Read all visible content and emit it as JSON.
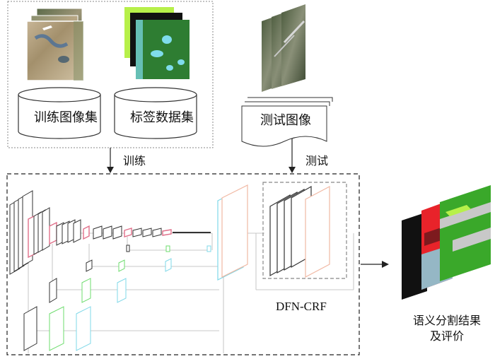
{
  "diagram": {
    "labels": {
      "training_image_set": "训练图像集",
      "label_dataset": "标签数据集",
      "test_image": "测试图像",
      "train_arrow": "训练",
      "test_arrow": "测试",
      "model_name": "DFN-CRF",
      "result_line1": "语义分割结果",
      "result_line2": "及评价"
    },
    "colors": {
      "layer_gray": "#333333",
      "layer_pink": "#e0708a",
      "layer_green": "#6ddc6d",
      "layer_cyan": "#7fd8e8",
      "layer_peach": "#f1b9a4",
      "seg_red": "#e8232a",
      "seg_green": "#3aa82a",
      "seg_black": "#111111",
      "seg_gray": "#c8c8c8",
      "label_green": "#2e7d32",
      "label_cyan": "#7fdcec"
    }
  }
}
